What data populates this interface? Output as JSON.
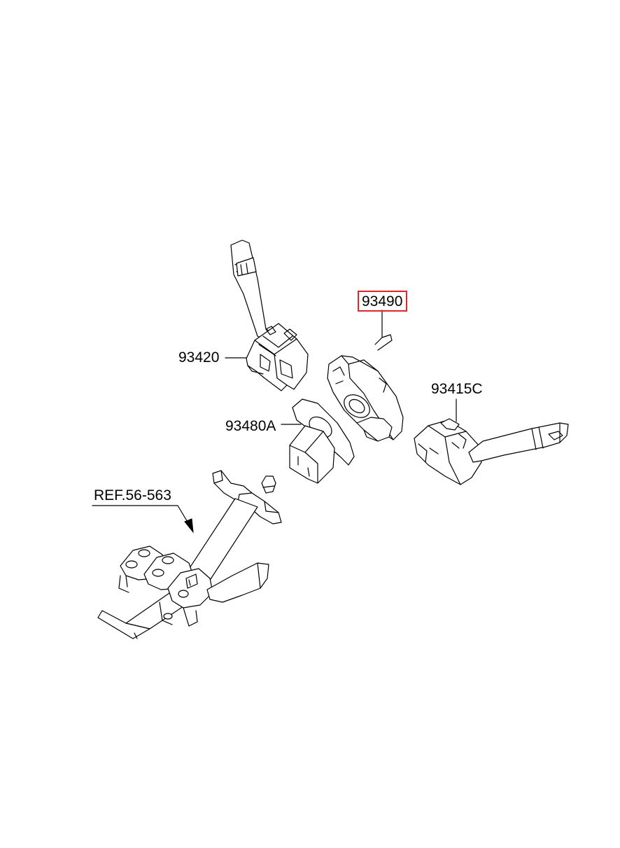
{
  "diagram": {
    "highlight_color": "#e0262b",
    "line_color": "#000000",
    "callouts": [
      {
        "id": "93420",
        "label": "93420",
        "part": "switch-assembly-left"
      },
      {
        "id": "93490",
        "label": "93490",
        "part": "clock-spring",
        "highlighted": true
      },
      {
        "id": "93415C",
        "label": "93415C",
        "part": "switch-assembly-right"
      },
      {
        "id": "93480A",
        "label": "93480A",
        "part": "body-switch"
      },
      {
        "id": "REF",
        "label": "REF.56-563",
        "part": "steering-column"
      }
    ]
  }
}
